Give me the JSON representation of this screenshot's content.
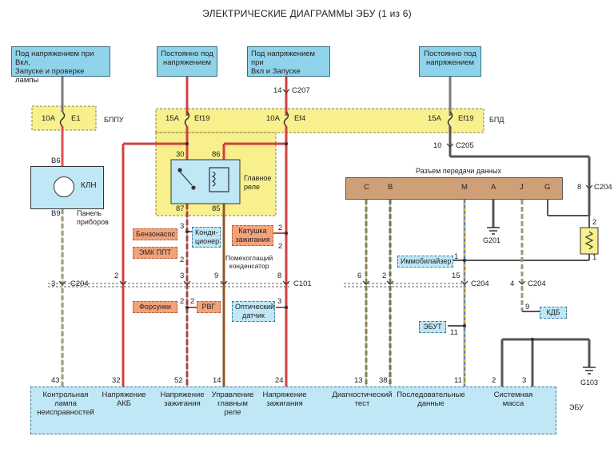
{
  "title": "ЭЛЕКТРИЧЕСКИЕ ДИАГРАММЫ ЭБУ (1 из 6)",
  "power_headers": [
    "Под напряжением при Вкл,\nЗапуске и проверке лампы",
    "Постоянно под\nнапряжением",
    "Под напряжением при\nВкл и Запуске",
    "Постоянно под\nнапряжением"
  ],
  "fuses": [
    {
      "rating": "10A",
      "name": "E1"
    },
    {
      "rating": "15A",
      "name": "Ef19"
    },
    {
      "rating": "10A",
      "name": "Ef4"
    },
    {
      "rating": "15A",
      "name": "Ef19"
    }
  ],
  "boxes": {
    "bppu": "БППУ",
    "bpd": "БПД"
  },
  "connectors": {
    "c207_pin": "14",
    "c207": "C207",
    "c205_pin": "10",
    "c205": "C205",
    "c204_pin_right": "8",
    "c204_right": "C204",
    "c204_left_pin": "3",
    "c204_left": "C204",
    "c101": "C101",
    "c204_mid_pin": "15",
    "c204_mid": "C204",
    "c204_b_pin": "4",
    "c204_b": "C204"
  },
  "cluster": {
    "lamp": "КЛН",
    "panel": "Панель\nприборов",
    "pin_top": "B6",
    "pin_bottom": "B9"
  },
  "relay": {
    "label": "Главное\nреле",
    "pin30": "30",
    "pin86": "86",
    "pin87": "87",
    "pin85": "85"
  },
  "dlc": {
    "label": "Разъем передачи данных",
    "pins": [
      "C",
      "B",
      "M",
      "A",
      "J",
      "G"
    ]
  },
  "ground": {
    "g201": "G201",
    "g103": "G103"
  },
  "components": {
    "fuel_pump": "Бензонасос",
    "ac": "Конди-\nционер",
    "emk": "ЭМК ППТ",
    "coil": "Катушка\nзажигания",
    "capacitor": "Помехоглащий\nконденсатор",
    "injectors": "Форсунки",
    "rvg": "РВГ",
    "optical": "Оптический\nдатчик",
    "immobilizer": "Иммобилайзер",
    "ebut": "ЭБУТ",
    "kdb": "КДБ"
  },
  "pins": {
    "fuel_top": "3",
    "fuel_bot": "2",
    "coil_top": "2",
    "coil_bot": "2",
    "c101_a": "2",
    "c101_b": "3",
    "c101_c": "9",
    "c101_d": "8",
    "dlc_c": "6",
    "dlc_b": "2",
    "inj": "2",
    "rvg": "2",
    "opt": "3",
    "imm": "1",
    "ebut": "11",
    "kdb": "9",
    "res_top": "2",
    "res_bot": "1"
  },
  "ecu": {
    "label": "ЭБУ",
    "pins": [
      "43",
      "32",
      "52",
      "14",
      "24",
      "13",
      "38",
      "11",
      "2",
      "3"
    ],
    "texts": [
      "Контрольная\nлампа\nнеисправностей",
      "Напряжение\nАКБ",
      "Напряжение\nзажигания",
      "Управление\nглавным\nреле",
      "Напряжение\nзажигания",
      "Диагностический\nтест",
      "Последовательные\nданные",
      "Системная\nмасса"
    ]
  }
}
